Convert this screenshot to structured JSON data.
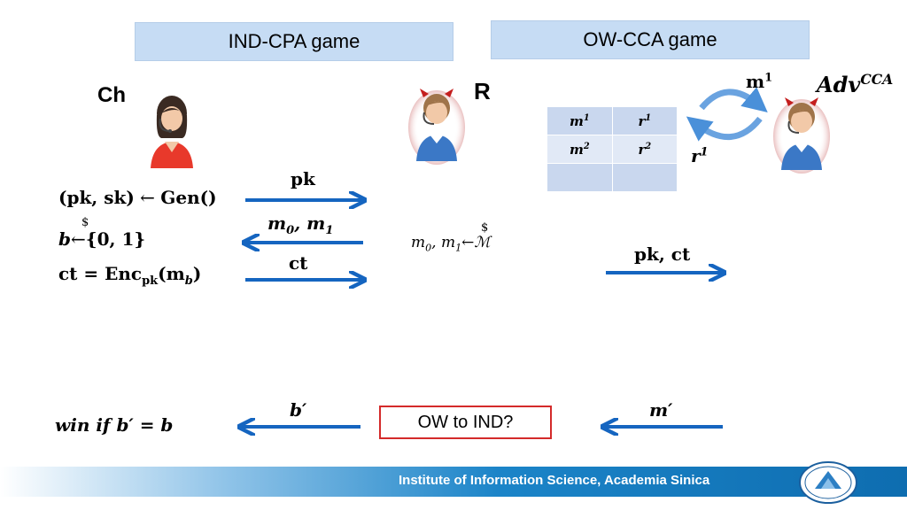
{
  "headers": {
    "ind_cpa": "IND-CPA game",
    "ow_cca": "OW-CCA game"
  },
  "parties": {
    "challenger": "Ch",
    "reduction": "R",
    "adversary_base": "Adv",
    "adversary_sup": "CCA"
  },
  "challenger_steps": {
    "gen_left": "(pk, sk)",
    "gen_arrow": "←",
    "gen_right": "Gen()",
    "b_sample_var": "b",
    "b_sample_arrow": "←",
    "b_sample_dollar": "$",
    "b_sample_set": "{0, 1}",
    "enc_lhs": "ct = Enc",
    "enc_sub": "pk",
    "enc_m": "(m",
    "enc_m_sub": "b",
    "enc_close": ")"
  },
  "messages": {
    "pk": "pk",
    "m0m1_a": "m",
    "m0m1_a_sub": "0",
    "m0m1_sep": ", ",
    "m0m1_b": "m",
    "m0m1_b_sub": "1",
    "ct": "ct",
    "b_prime": "b′",
    "pk_ct": "pk, ct",
    "m_prime": "m′"
  },
  "reduction_sample": {
    "m0": "m",
    "m0_sub": "0",
    "sep": ", ",
    "m1": "m",
    "m1_sub": "1",
    "dollar": "$",
    "arrow": "←",
    "space": "ℳ"
  },
  "table": {
    "rows": [
      {
        "m": "m",
        "m_sup": "1",
        "r": "r",
        "r_sup": "1"
      },
      {
        "m": "m",
        "m_sup": "2",
        "r": "r",
        "r_sup": "2"
      },
      {
        "m": "",
        "m_sup": "",
        "r": "",
        "r_sup": ""
      }
    ]
  },
  "oracle_loop": {
    "query": "m",
    "query_sup": "1",
    "answer": "r",
    "answer_sup": "1"
  },
  "final": {
    "win": "win if b′ = b",
    "ow_to_ind": "OW to IND?"
  },
  "footer": {
    "institute": "Institute of Information Science, Academia Sinica"
  },
  "colors": {
    "arrow_blue": "#1565c0",
    "header_fill": "#c6dcf4",
    "red_box": "#d42a2a"
  }
}
